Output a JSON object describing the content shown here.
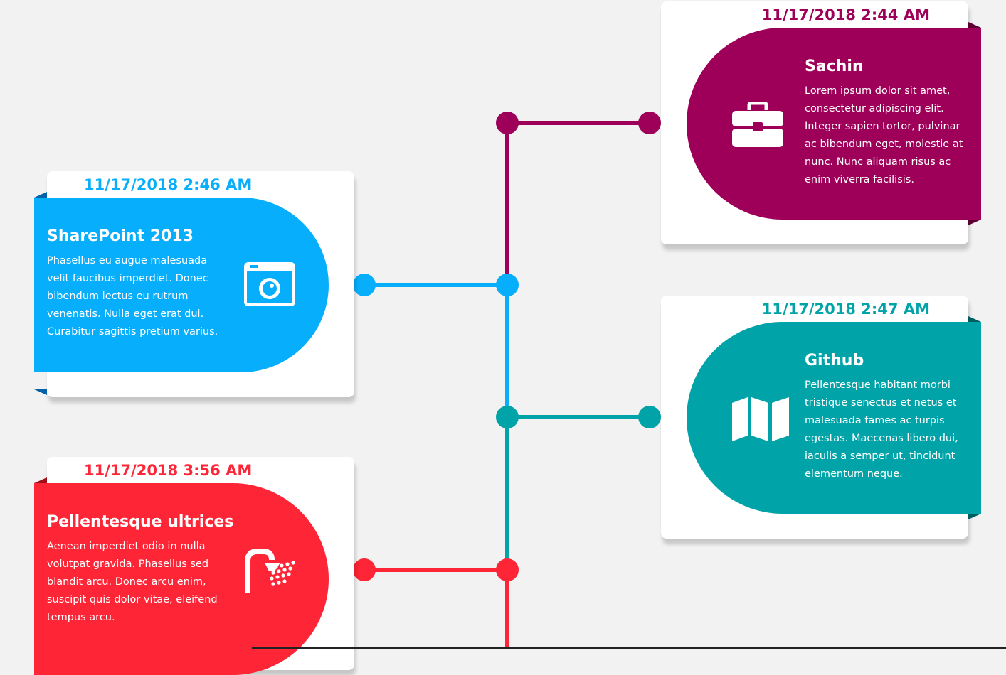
{
  "timeline": {
    "items": [
      {
        "date": "11/17/2018 2:44 AM",
        "title": "Sachin",
        "description": "Lorem ipsum dolor sit amet, consectetur adipiscing elit. Integer sapien tortor, pulvinar ac bibendum eget, molestie at nunc. Nunc aliquam risus ac enim viverra facilisis.",
        "icon": "briefcase-icon",
        "color": "#9e0059",
        "dark": "#5c0034"
      },
      {
        "date": "11/17/2018 2:46 AM",
        "title": "SharePoint 2013",
        "description": "Phasellus eu augue malesuada velit faucibus imperdiet. Donec bibendum lectus eu rutrum venenatis. Nulla eget erat dui. Curabitur sagittis pretium varius.",
        "icon": "camera-icon",
        "color": "#07aefc",
        "dark": "#0562a8"
      },
      {
        "date": "11/17/2018 2:47 AM",
        "title": "Github",
        "description": "Pellentesque habitant morbi tristique senectus et netus et malesuada fames ac turpis egestas. Maecenas libero dui, iaculis a semper ut, tincidunt elementum neque.",
        "icon": "map-icon",
        "color": "#00a3a8",
        "dark": "#005e62"
      },
      {
        "date": "11/17/2018 3:56 AM",
        "title": "Pellentesque ultrices",
        "description": "Aenean imperdiet odio in nulla volutpat gravida. Phasellus sed blandit arcu. Donec arcu enim, suscipit quis dolor vitae, eleifend tempus arcu.",
        "icon": "shower-icon",
        "color": "#fd2536",
        "dark": "#a00e19"
      }
    ]
  }
}
